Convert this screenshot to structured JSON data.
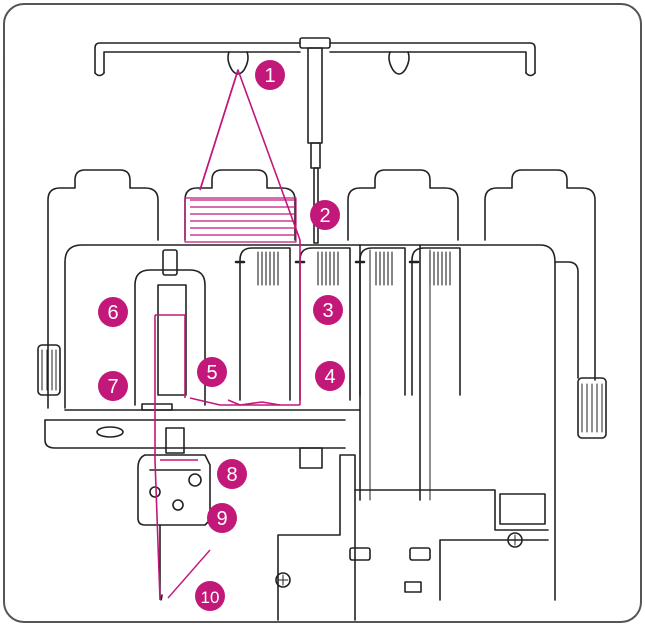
{
  "colors": {
    "accent": "#c2187a",
    "line": "#222222",
    "frame": "#555555",
    "background": "#ffffff"
  },
  "callouts": [
    {
      "label": "1"
    },
    {
      "label": "2"
    },
    {
      "label": "3"
    },
    {
      "label": "4"
    },
    {
      "label": "5"
    },
    {
      "label": "6"
    },
    {
      "label": "7"
    },
    {
      "label": "8"
    },
    {
      "label": "9"
    },
    {
      "label": "10"
    }
  ]
}
